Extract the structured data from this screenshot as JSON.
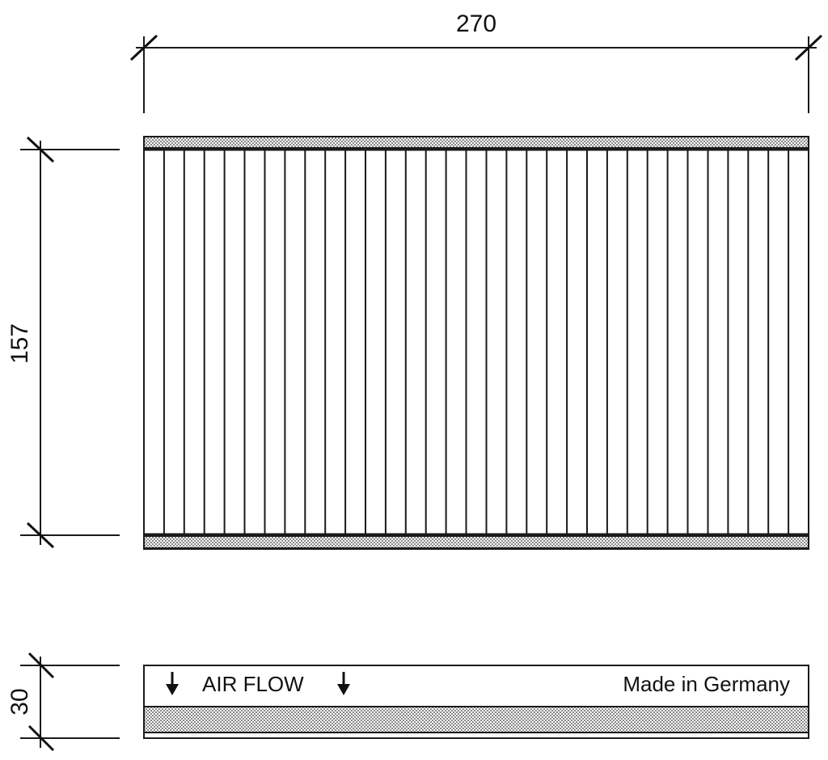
{
  "dimensions": {
    "width": "270",
    "height": "157",
    "depth": "30"
  },
  "side_view": {
    "airflow_label": "AIR FLOW",
    "origin_label": "Made in Germany"
  },
  "filter": {
    "pleat_count": 33
  },
  "icons": {
    "airflow_arrow": "down-arrow-icon"
  },
  "colors": {
    "line": "#1a1a1a",
    "background": "#ffffff"
  }
}
